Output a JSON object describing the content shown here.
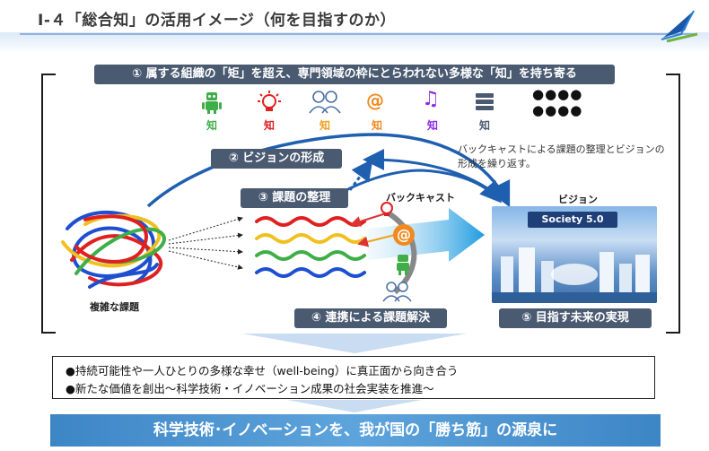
{
  "header": {
    "title": "Ⅰ-４「総合知」の活用イメージ（何を目指すのか）"
  },
  "steps": {
    "s1": "① 属する組織の「矩」を超え、専門領域の枠にとらわれない多様な「知」を持ち寄る",
    "s2": "② ビジョンの形成",
    "s3": "③ 課題の整理",
    "s4": "④ 連携による課題解決",
    "s5": "⑤ 目指す未来の実現"
  },
  "knowledge": {
    "label": "知",
    "colors": [
      "#3fae49",
      "#e02020",
      "#f0a020",
      "#f08a20",
      "#8a2be2",
      "#4a5a71"
    ],
    "icons": [
      "robot-icon",
      "lightbulb-icon",
      "people-icon",
      "at-sign-icon",
      "music-note-icon",
      "books-icon"
    ],
    "more": "●●●●"
  },
  "labels": {
    "backcast_note": "バックキャストによる課題の整理とビジョンの形成を繰り返す。",
    "backcast": "バックキャスト",
    "vision": "ビジョン",
    "complex": "複雑な課題",
    "society": "Society 5.0"
  },
  "bullets": [
    "●持続可能性や一人ひとりの多様な幸せ（well-being）に真正面から向き合う",
    "●新たな価値を創出～科学技術・イノベーション成果の社会実装を推進～"
  ],
  "banner": "科学技術･イノベーションを、我が国の「勝ち筋」の源泉に"
}
